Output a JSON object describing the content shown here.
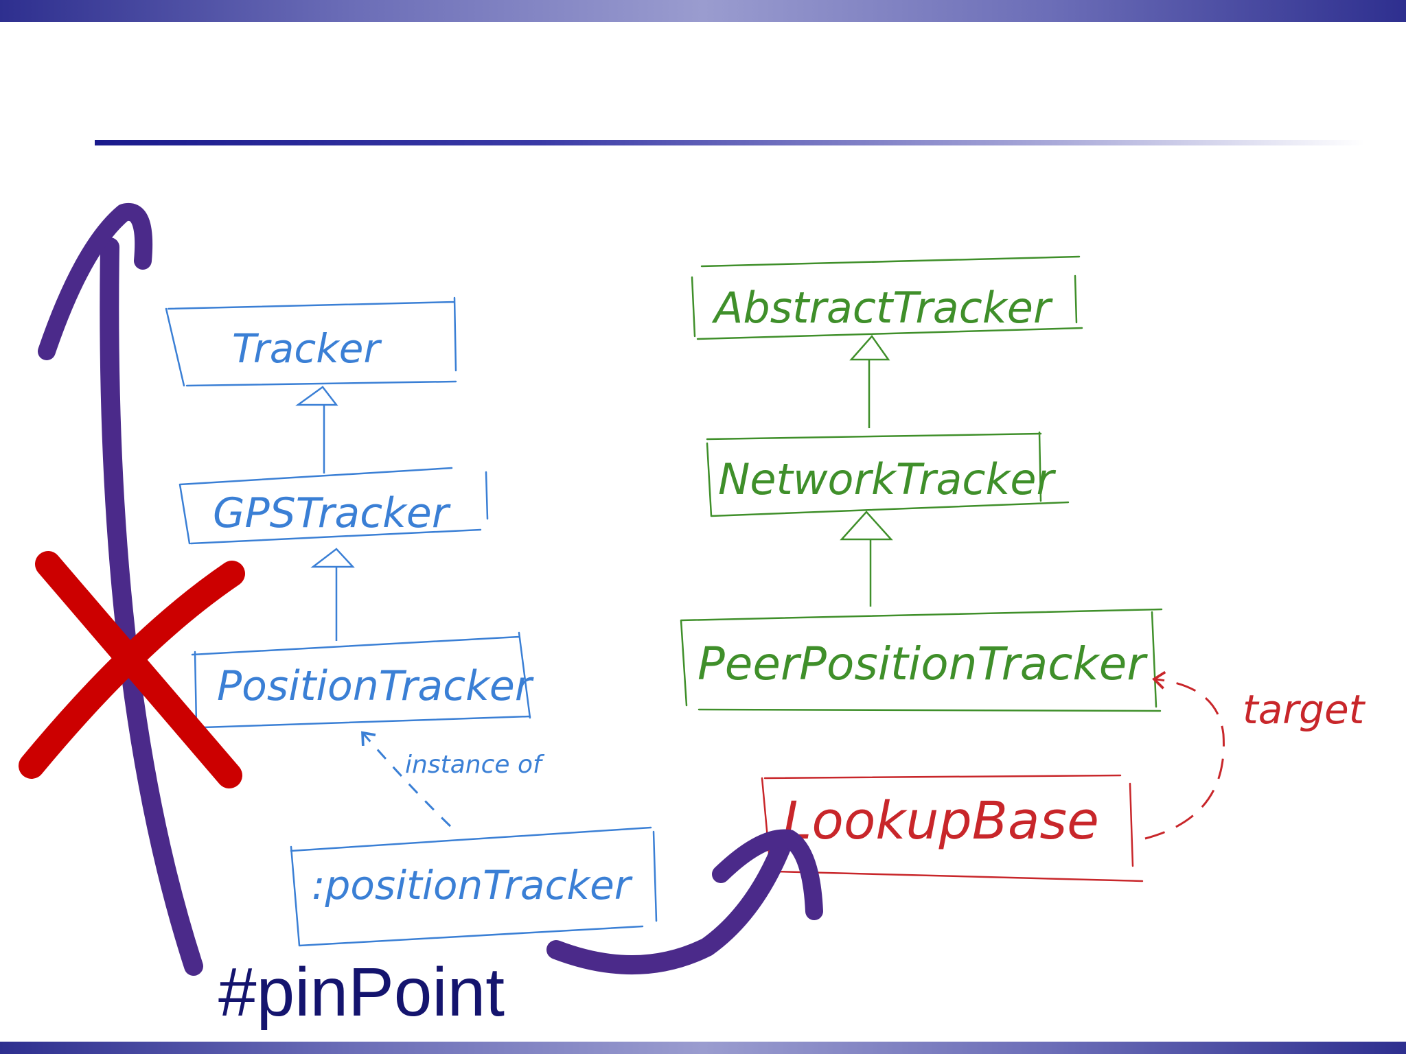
{
  "colors": {
    "band": "#2e2f8f",
    "blue": "#3a7fd5",
    "green": "#3f8f2a",
    "red_box": "#c8262a",
    "purple": "#4b2a8a",
    "cross": "#cc0000",
    "hashtag": "#14146e"
  },
  "left_hierarchy": {
    "tracker": "Tracker",
    "gps_tracker": "GPSTracker",
    "position_tracker": "PositionTracker",
    "instance": ":positionTracker",
    "instance_of_label": "instance of"
  },
  "right_hierarchy": {
    "abstract_tracker": "AbstractTracker",
    "network_tracker": "NetworkTracker",
    "peer_position_tracker": "PeerPositionTracker"
  },
  "lookup": {
    "lookup_base": "LookupBase",
    "target_label": "target"
  },
  "footer": {
    "hashtag": "#pinPoint"
  }
}
